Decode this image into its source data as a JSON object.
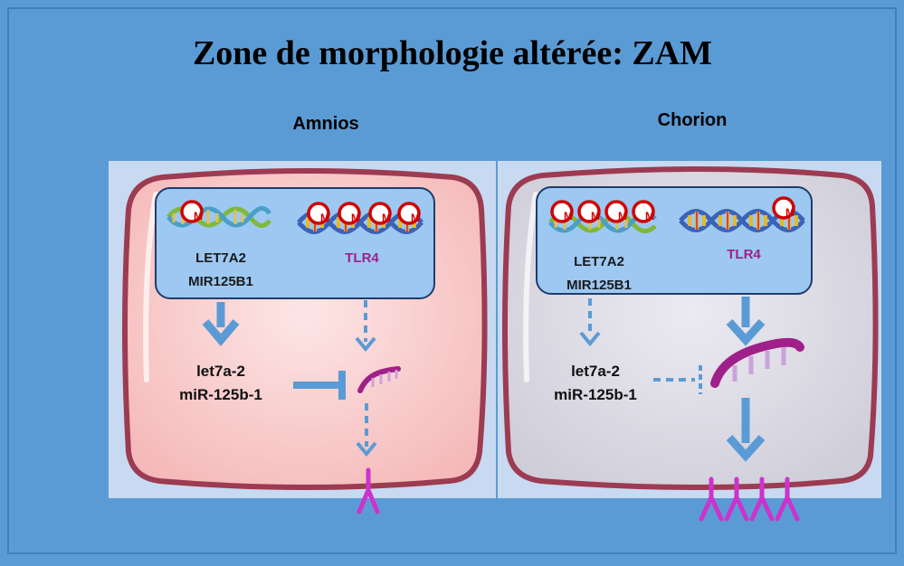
{
  "title": "Zone de morphologie altérée: ZAM",
  "panels": {
    "amnios": {
      "title": "Amnios",
      "genes": [
        "LET7A2",
        "MIR125B1"
      ],
      "receptor_gene": "TLR4",
      "mirnas": [
        "let7a-2",
        "miR-125b-1"
      ]
    },
    "chorion": {
      "title": "Chorion",
      "genes": [
        "LET7A2",
        "MIR125B1"
      ],
      "receptor_gene": "TLR4",
      "mirnas": [
        "let7a-2",
        "miR-125b-1"
      ]
    }
  },
  "methyl_mark": "M",
  "colors": {
    "frame": "#5b9bd5",
    "amnios_cell": "#f9c9c9",
    "chorion_cell": "#dcdbe3",
    "nucleus": "#9cc8f2",
    "arrow": "#5b9bd5",
    "receptor": "#cc33cc",
    "methyl": "#d00000"
  }
}
